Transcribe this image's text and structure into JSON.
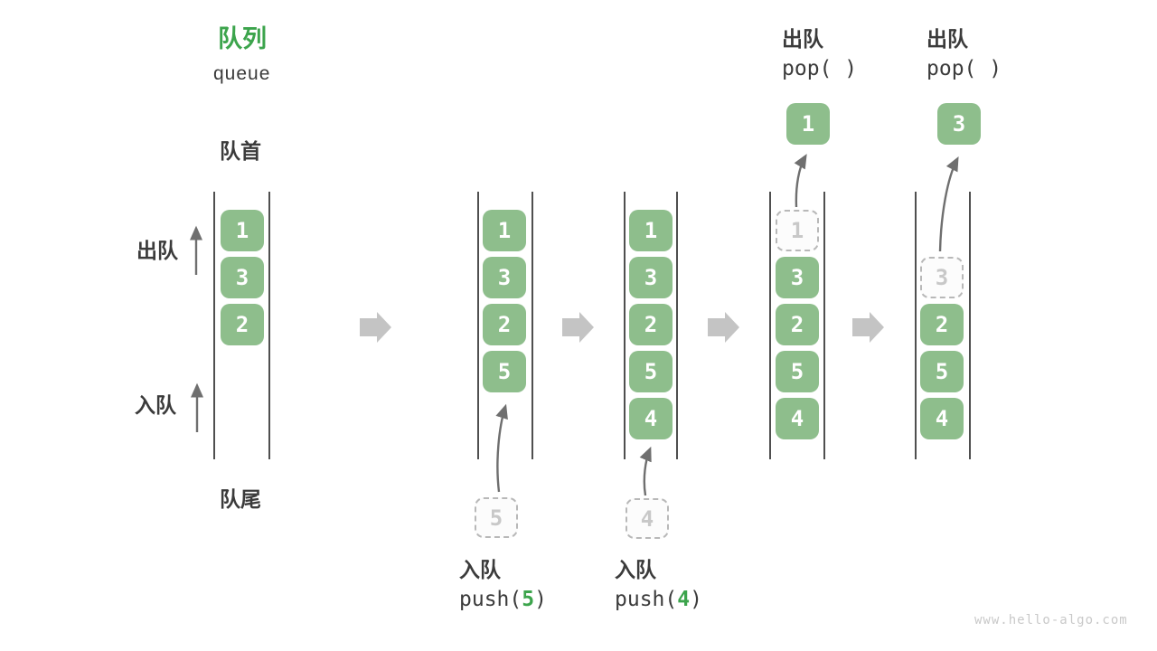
{
  "title": {
    "zh": "队列",
    "en": "queue"
  },
  "side_labels": {
    "front": "队首",
    "dequeue": "出队",
    "enqueue": "入队",
    "rear": "队尾"
  },
  "operations": {
    "pops": [
      {
        "zh": "出队",
        "code": "pop( )"
      },
      {
        "zh": "出队",
        "code": "pop( )"
      }
    ],
    "pushes": [
      {
        "zh": "入队",
        "fn": "push(",
        "arg": "5",
        "close": ")"
      },
      {
        "zh": "入队",
        "fn": "push(",
        "arg": "4",
        "close": ")"
      }
    ]
  },
  "queues": [
    {
      "cells": [
        "1",
        "3",
        "2"
      ]
    },
    {
      "cells": [
        "1",
        "3",
        "2",
        "5"
      ],
      "incoming": "5"
    },
    {
      "cells": [
        "1",
        "3",
        "2",
        "5",
        "4"
      ],
      "incoming": "4"
    },
    {
      "cells": [
        "3",
        "2",
        "5",
        "4"
      ],
      "removed": "1",
      "popped": "1"
    },
    {
      "cells": [
        "2",
        "5",
        "4"
      ],
      "removed": "3",
      "popped": "3"
    }
  ],
  "watermark": "www.hello-algo.com",
  "colors": {
    "cell_green": "#8ebe8c",
    "accent_green": "#3ca44c",
    "text_dark": "#3b3b3b",
    "rail_gray": "#4f4f4f",
    "arrow_gray": "#6f6f6f",
    "block_arrow_gray": "#c4c4c4",
    "dashed_border": "#b8b8b8",
    "dashed_text": "#c8c8c8",
    "watermark_gray": "#c9c9c9"
  }
}
